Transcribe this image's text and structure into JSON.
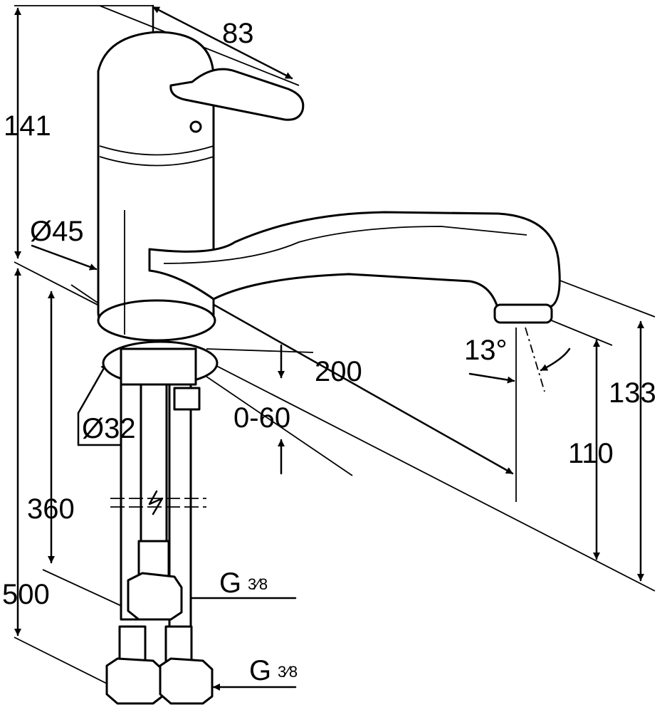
{
  "title": "Faucet dimension drawing",
  "dimensions": {
    "lever_length": "83",
    "body_height": "141",
    "body_diameter": "Ø45",
    "spout_reach": "200",
    "spout_angle": "13°",
    "total_height": "133",
    "spout_height": "110",
    "counter_thickness": "0-60",
    "hole_diameter": "Ø32",
    "hose_length_inner": "360",
    "hose_length_outer": "500",
    "thread_upper": "G",
    "thread_upper_fraction": "3⁄8",
    "thread_lower": "G",
    "thread_lower_fraction": "3⁄8"
  }
}
